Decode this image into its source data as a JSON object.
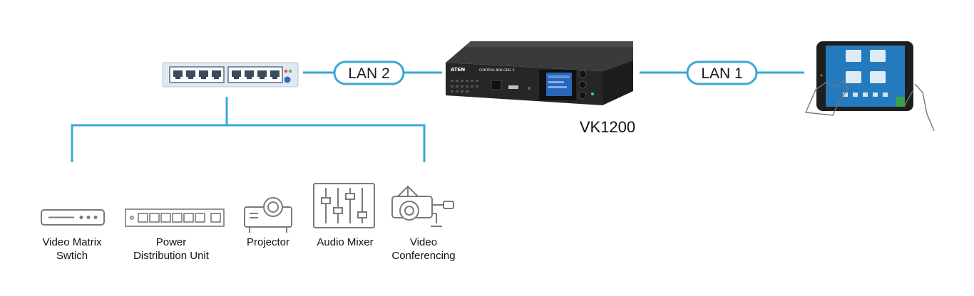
{
  "colors": {
    "link": "#3aa7d9",
    "icon": "#7a7a7a",
    "device": "#2a2a2a",
    "switch_body": "#dfe8f3",
    "switch_accent": "#2f6db5"
  },
  "links": {
    "lan2": "LAN 2",
    "lan1": "LAN 1"
  },
  "controller": {
    "model": "VK1200",
    "brand": "ATEN",
    "front_text": "CONTROL BOX GEN. 2"
  },
  "devices": [
    {
      "icon": "video-matrix-switch-icon",
      "label_lines": [
        "Video Matrix",
        "Swtich"
      ]
    },
    {
      "icon": "power-distribution-unit-icon",
      "label_lines": [
        "Power",
        "Distribution Unit"
      ]
    },
    {
      "icon": "projector-icon",
      "label_lines": [
        "Projector"
      ]
    },
    {
      "icon": "audio-mixer-icon",
      "label_lines": [
        "Audio Mixer"
      ]
    },
    {
      "icon": "video-conferencing-icon",
      "label_lines": [
        "Video",
        "Conferencing"
      ]
    }
  ],
  "tablet": {
    "icon": "tablet-icon"
  }
}
